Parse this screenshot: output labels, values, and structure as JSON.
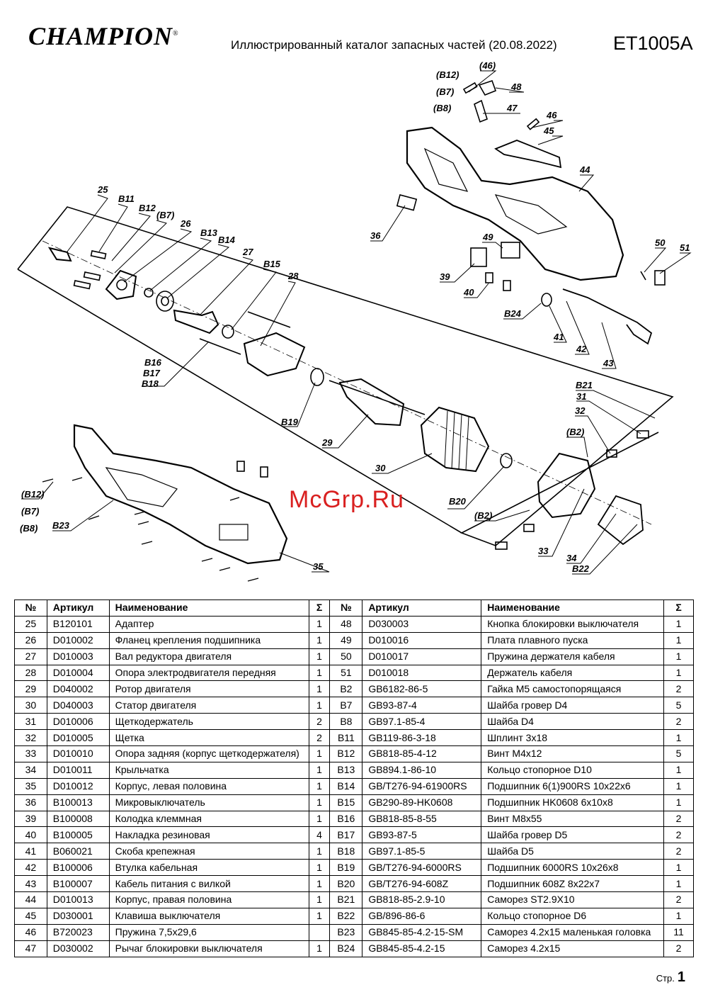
{
  "header": {
    "brand": "CHAMPION",
    "title": "Иллюстрированный каталог запасных частей (20.08.2022)",
    "model": "ET1005A"
  },
  "diagram": {
    "labels": {
      "l25": "25",
      "b11": "B11",
      "b12": "B12",
      "b7": "(B7)",
      "l26": "26",
      "b13": "B13",
      "b14": "B14",
      "l27": "27",
      "b15": "B15",
      "l28": "28",
      "b16": "B16",
      "b17": "B17",
      "b18": "B18",
      "b19": "B19",
      "l29": "29",
      "l30": "30",
      "l36": "36",
      "l39": "39",
      "l40": "40",
      "l49": "49",
      "l44": "44",
      "l45": "45",
      "l46a": "(46)",
      "l46b": "46",
      "l47": "47",
      "l48": "48",
      "tb12": "(B12)",
      "tb7": "(B7)",
      "tb8": "(B8)",
      "l50": "50",
      "l51": "51",
      "b24": "B24",
      "l41": "41",
      "l42": "42",
      "l43": "43",
      "b21": "B21",
      "l31": "31",
      "l32": "32",
      "b2a": "(B2)",
      "b2b": "(B2)",
      "b20": "B20",
      "l33": "33",
      "l34": "34",
      "b22": "B22",
      "lb12": "(B12)",
      "lb7": "(B7)",
      "lb8": "(B8)",
      "b23": "B23",
      "l35": "35"
    }
  },
  "watermark": "McGrp.Ru",
  "table": {
    "headers": [
      "№",
      "Артикул",
      "Наименование",
      "Σ",
      "№",
      "Артикул",
      "Наименование",
      "Σ"
    ],
    "rows": [
      [
        "25",
        "B120101",
        "Адаптер",
        "1",
        "48",
        "D030003",
        "Кнопка блокировки выключателя",
        "1"
      ],
      [
        "26",
        "D010002",
        "Фланец крепления подшипника",
        "1",
        "49",
        "D010016",
        "Плата плавного пуска",
        "1"
      ],
      [
        "27",
        "D010003",
        "Вал редуктора двигателя",
        "1",
        "50",
        "D010017",
        "Пружина держателя кабеля",
        "1"
      ],
      [
        "28",
        "D010004",
        "Опора электродвигателя передняя",
        "1",
        "51",
        "D010018",
        "Держатель кабеля",
        "1"
      ],
      [
        "29",
        "D040002",
        "Ротор двигателя",
        "1",
        "B2",
        "GB6182-86-5",
        "Гайка М5 самостопорящаяся",
        "2"
      ],
      [
        "30",
        "D040003",
        "Статор двигателя",
        "1",
        "B7",
        "GB93-87-4",
        "Шайба гровер D4",
        "5"
      ],
      [
        "31",
        "D010006",
        "Щеткодержатель",
        "2",
        "B8",
        "GB97.1-85-4",
        "Шайба D4",
        "2"
      ],
      [
        "32",
        "D010005",
        "Щетка",
        "2",
        "B11",
        "GB119-86-3-18",
        "Шплинт 3x18",
        "1"
      ],
      [
        "33",
        "D010010",
        "Опора задняя (корпус щеткодержателя)",
        "1",
        "B12",
        "GB818-85-4-12",
        "Винт М4x12",
        "5"
      ],
      [
        "34",
        "D010011",
        "Крыльчатка",
        "1",
        "B13",
        "GB894.1-86-10",
        "Кольцо стопорное D10",
        "1"
      ],
      [
        "35",
        "D010012",
        "Корпус, левая половина",
        "1",
        "B14",
        "GB/T276-94-61900RS",
        "Подшипник 6(1)900RS 10x22x6",
        "1"
      ],
      [
        "36",
        "B100013",
        "Микровыключатель",
        "1",
        "B15",
        "GB290-89-HK0608",
        "Подшипник HK0608 6x10x8",
        "1"
      ],
      [
        "39",
        "B100008",
        "Колодка клеммная",
        "1",
        "B16",
        "GB818-85-8-55",
        "Винт М8x55",
        "2"
      ],
      [
        "40",
        "B100005",
        "Накладка резиновая",
        "4",
        "B17",
        "GB93-87-5",
        "Шайба гровер D5",
        "2"
      ],
      [
        "41",
        "B060021",
        "Скоба крепежная",
        "1",
        "B18",
        "GB97.1-85-5",
        "Шайба D5",
        "2"
      ],
      [
        "42",
        "B100006",
        "Втулка кабельная",
        "1",
        "B19",
        "GB/T276-94-6000RS",
        "Подшипник 6000RS 10x26x8",
        "1"
      ],
      [
        "43",
        "B100007",
        "Кабель питания с вилкой",
        "1",
        "B20",
        "GB/T276-94-608Z",
        "Подшипник 608Z 8x22x7",
        "1"
      ],
      [
        "44",
        "D010013",
        "Корпус, правая половина",
        "1",
        "B21",
        "GB818-85-2.9-10",
        "Саморез ST2.9X10",
        "2"
      ],
      [
        "45",
        "D030001",
        "Клавиша выключателя",
        "1",
        "B22",
        "GB/896-86-6",
        "Кольцо стопорное D6",
        "1"
      ],
      [
        "46",
        "B720023",
        "Пружина 7,5x29,6",
        "",
        "B23",
        "GB845-85-4.2-15-SM",
        "Саморез 4.2x15 маленькая головка",
        "11"
      ],
      [
        "47",
        "D030002",
        "Рычаг блокировки выключателя",
        "1",
        "B24",
        "GB845-85-4.2-15",
        "Саморез 4.2x15",
        "2"
      ]
    ]
  },
  "footer": {
    "page_label": "Стр.",
    "page_number": "1"
  }
}
